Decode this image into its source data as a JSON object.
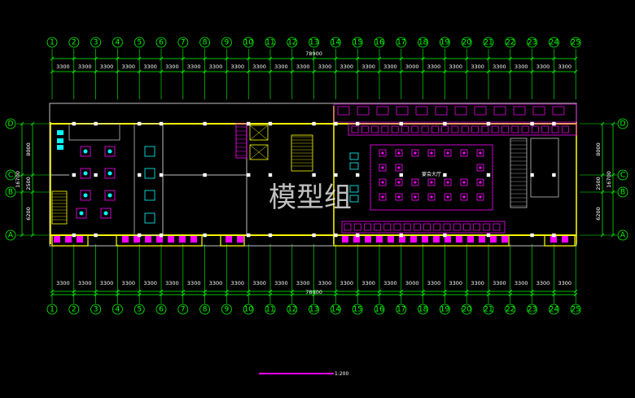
{
  "drawing": {
    "column_labels": [
      "1",
      "2",
      "3",
      "4",
      "5",
      "6",
      "7",
      "8",
      "9",
      "10",
      "11",
      "12",
      "13",
      "14",
      "15",
      "16",
      "17",
      "18",
      "19",
      "20",
      "21",
      "22",
      "23",
      "24",
      "25"
    ],
    "top_spacings": [
      "3300",
      "3300",
      "3300",
      "3300",
      "3300",
      "3300",
      "3300",
      "3300",
      "3300",
      "3300",
      "3300",
      "3300",
      "3300",
      "3300",
      "3300",
      "3300",
      "3000",
      "3300",
      "3300",
      "3300",
      "3300",
      "3300",
      "3300",
      "3300"
    ],
    "bottom_spacings": [
      "3300",
      "3300",
      "3300",
      "3300",
      "3300",
      "3300",
      "3300",
      "3300",
      "3300",
      "3300",
      "3300",
      "3300",
      "3300",
      "3300",
      "3300",
      "3300",
      "3000",
      "3300",
      "3300",
      "3300",
      "3300",
      "3300",
      "3300",
      "3300"
    ],
    "total_length": "78900",
    "row_labels": [
      "D",
      "C",
      "B",
      "A"
    ],
    "left_row_dims": [
      "8000",
      "2500",
      "6200"
    ],
    "left_total": "16700",
    "right_row_dims": [
      "8000",
      "2500",
      "6200"
    ],
    "right_total": "16700",
    "watermark": "模型组",
    "stair_text": "",
    "dining_sign": "宴会大厅",
    "scale_label": "1:200",
    "colors": {
      "grid_axis": "#00ff00",
      "dimension": "#ffffff",
      "wall": "#ffff00",
      "furniture": "#ff00ff",
      "fixture": "#00ffff",
      "outline": "#c0c0c0"
    }
  }
}
